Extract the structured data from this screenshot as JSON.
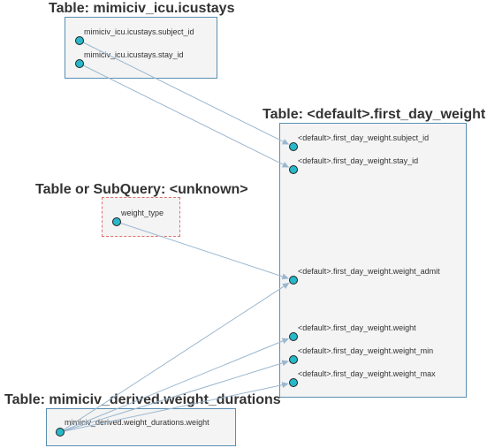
{
  "tables": {
    "icustays": {
      "title": "Table: mimiciv_icu.icustays",
      "columns": [
        "mimiciv_icu.icustays.subject_id",
        "mimiciv_icu.icustays.stay_id"
      ]
    },
    "first_day_weight": {
      "title": "Table: <default>.first_day_weight",
      "columns": [
        "<default>.first_day_weight.subject_id",
        "<default>.first_day_weight.stay_id",
        "<default>.first_day_weight.weight_admit",
        "<default>.first_day_weight.weight",
        "<default>.first_day_weight.weight_min",
        "<default>.first_day_weight.weight_max"
      ]
    },
    "unknown": {
      "title": "Table or SubQuery: <unknown>",
      "columns": [
        "weight_type"
      ]
    },
    "weight_durations": {
      "title": "Table: mimiciv_derived.weight_durations",
      "columns": [
        "mimiciv_derived.weight_durations.weight"
      ]
    }
  },
  "edges": [
    {
      "from": "icustays.0",
      "to": "first_day_weight.0"
    },
    {
      "from": "icustays.1",
      "to": "first_day_weight.1"
    },
    {
      "from": "unknown.0",
      "to": "first_day_weight.2"
    },
    {
      "from": "weight_durations.0",
      "to": "first_day_weight.2"
    },
    {
      "from": "weight_durations.0",
      "to": "first_day_weight.3"
    },
    {
      "from": "weight_durations.0",
      "to": "first_day_weight.4"
    },
    {
      "from": "weight_durations.0",
      "to": "first_day_weight.5"
    }
  ],
  "colors": {
    "table_border": "#5a8fb3",
    "subquery_border": "#e07070",
    "table_fill": "#f4f4f4",
    "node_fill": "#27b8c9",
    "edge": "#9bb7cf",
    "text": "#333333"
  }
}
